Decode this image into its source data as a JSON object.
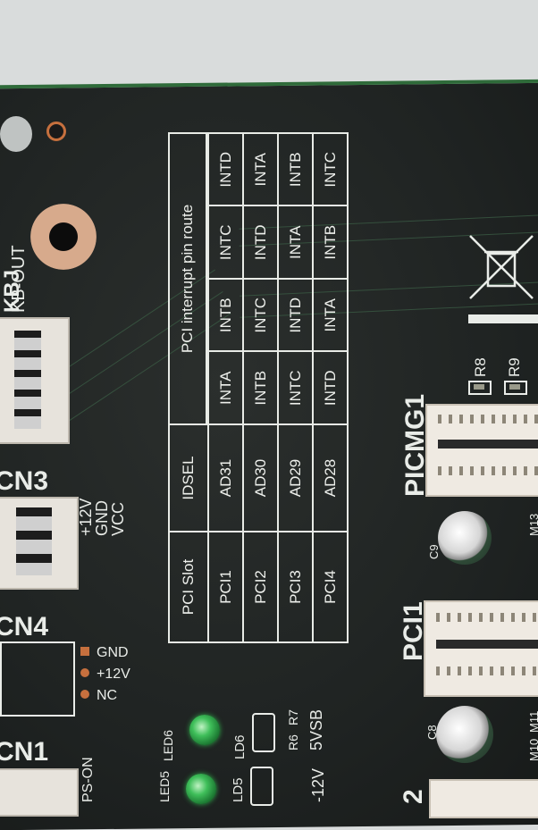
{
  "table": {
    "title": "PCI interrupt pin route",
    "headers": {
      "slot": "PCI Slot",
      "idsel": "IDSEL"
    },
    "rows": [
      {
        "slot": "PCI1",
        "idsel": "AD31",
        "pins": [
          "INTA",
          "INTB",
          "INTC",
          "INTD"
        ]
      },
      {
        "slot": "PCI2",
        "idsel": "AD30",
        "pins": [
          "INTB",
          "INTC",
          "INTD",
          "INTA"
        ]
      },
      {
        "slot": "PCI3",
        "idsel": "AD29",
        "pins": [
          "INTC",
          "INTD",
          "INTA",
          "INTB"
        ]
      },
      {
        "slot": "PCI4",
        "idsel": "AD28",
        "pins": [
          "INTD",
          "INTA",
          "INTB",
          "INTC"
        ]
      }
    ]
  },
  "labels": {
    "kb_out": "KB-OUT",
    "kb_top": "KBJ",
    "cn3": "CN3",
    "cn4": "CN4",
    "cn1": "CN1",
    "cn3_pins": [
      "+12V",
      "GND",
      "VCC"
    ],
    "cn4_pins": [
      "GND",
      "+12V",
      "NC"
    ],
    "ps_on": "PS-ON",
    "led6": "LED6",
    "led5": "LED5",
    "ld6": "LD6",
    "ld5": "LD5",
    "r6": "R6",
    "r7": "R7",
    "r8": "R8",
    "r9": "R9",
    "v5vsb": "5VSB",
    "v12": "-12V",
    "picmg1": "PICMG1",
    "pci1": "PCI1",
    "slot2": "2",
    "c9": "C9",
    "c8": "C8",
    "m13": "M13",
    "m11": "M11",
    "m10": "M10"
  }
}
